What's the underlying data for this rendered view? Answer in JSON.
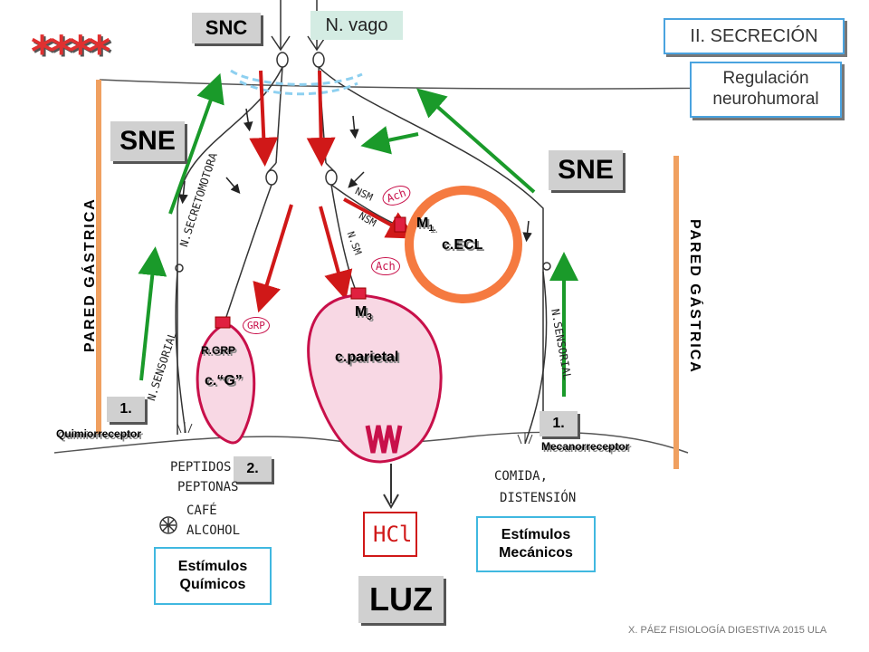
{
  "header": {
    "stars": "****",
    "snc": "SNC",
    "vagus": "N. vago",
    "section": "II. SECRECIÓN",
    "subtitle_line1": "Regulación",
    "subtitle_line2": "neurohumoral"
  },
  "labels": {
    "sne_left": "SNE",
    "sne_right": "SNE",
    "wall_left": "PARED GÁSTRICA",
    "wall_right": "PARED GÁSTRICA",
    "step1_left": "1.",
    "step1_right": "1.",
    "step2": "2.",
    "chemoreceptor": "Quimiorreceptor",
    "mechanoreceptor": "Mecanorreceptor",
    "r_grp": "R.GRP",
    "g_cell": "c.“G”",
    "parietal_cell": "c.parietal",
    "ecl_cell": "c.ECL",
    "m1": "M",
    "m1_sub": "1.",
    "m3": "M",
    "m3_sub": "3",
    "lumen": "LUZ",
    "chem_stimuli_line1": "Estímulos",
    "chem_stimuli_line2": "Químicos",
    "mech_stimuli_line1": "Estímulos",
    "mech_stimuli_line2": "Mecánicos"
  },
  "handwritten": {
    "n_secretomotor": "N.SECRETOMOTORA",
    "n_sensorial_left": "N.SENSORIAL",
    "n_sensorial_right": "N.SENSORIAL",
    "nsm_1": "NSM",
    "nsm_2": "NSM",
    "nsm_3": "N.SM",
    "ach_1": "Ach",
    "ach_2": "Ach",
    "grp": "GRP",
    "hcl": "HCl",
    "peptides": "PEPTIDOS",
    "peptones": "PEPTONAS",
    "coffee": "CAFÉ",
    "alcohol": "ALCOHOL",
    "food": "COMIDA,",
    "distension": "DISTENSIÓN"
  },
  "footer": {
    "credit": "X. PÁEZ   FISIOLOGÍA DIGESTIVA 2015   ULA"
  },
  "colors": {
    "wall_bar": "#f0a060",
    "efferent_arrow": "#d01818",
    "afferent_arrow": "#1a9a2a",
    "cell_outline": "#c8104a",
    "cell_fill": "#f8d8e4",
    "ecl_fill": "#f57a40",
    "vagus_dash": "#8ed0f0"
  }
}
